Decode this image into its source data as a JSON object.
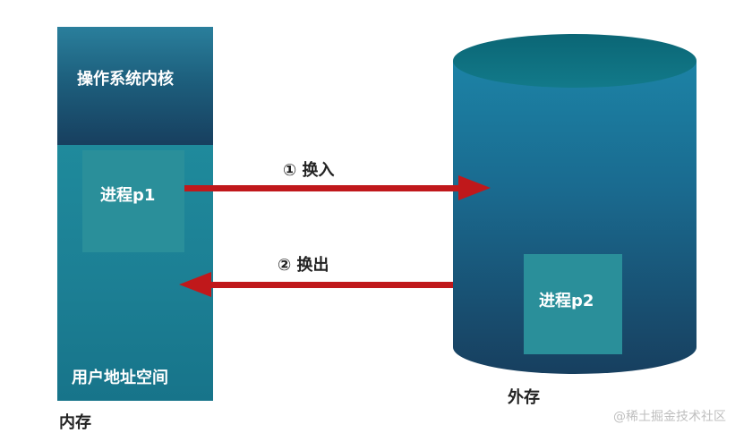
{
  "memory": {
    "kernel_label": "操作系统内核",
    "process1_label": "进程p1",
    "user_space_label": "用户地址空间",
    "title": "内存"
  },
  "disk": {
    "process2_label": "进程p2",
    "title": "外存"
  },
  "arrows": {
    "swap_in_label": "① 换入",
    "swap_out_label": "② 换出"
  },
  "watermark": "@稀土掘金技术社区",
  "colors": {
    "arrow": "#c0181b",
    "kernel_dark": "#173f5f",
    "teal": "#1f8a9c",
    "disk_top": "#0f6f80"
  }
}
